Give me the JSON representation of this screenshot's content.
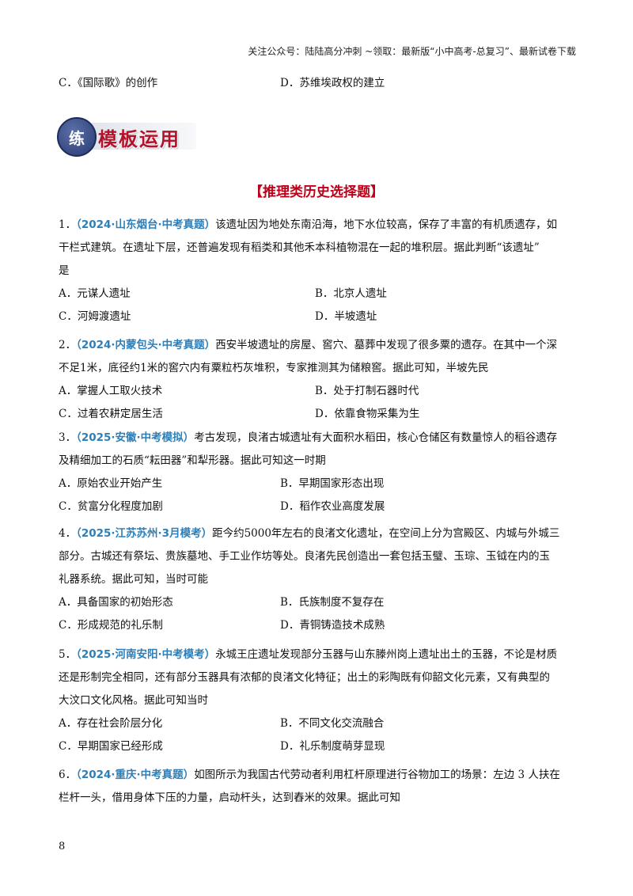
{
  "header_note": "关注公众号：陆陆高分冲刺  ~领取：最新版“小中高考-总复习”、最新试卷下载",
  "prev_options": {
    "c": "C．《国际歌》的创作",
    "d": "D．苏维埃政权的建立"
  },
  "banner": {
    "circle": "练",
    "text": "模板运用"
  },
  "section_title": "【推理类历史选择题】",
  "questions": [
    {
      "num": "1．",
      "src": "（2024·山东烟台·中考真题）",
      "lines": [
        "该遗址因为地处东南沿海，地下水位较高，保存了丰富的有机质遗存，如",
        "干栏式建筑。在遗址下层，还普遍发现有稻类和其他禾本科植物混在一起的堆积层。据此判断“该遗址”",
        "是"
      ],
      "options": [
        "A．元谋人遗址",
        "B．北京人遗址",
        "C．河姆渡遗址",
        "D．半坡遗址"
      ]
    },
    {
      "num": "2．",
      "src": "（2024·内蒙包头·中考真题）",
      "lines": [
        "西安半坡遗址的房屋、窖穴、墓葬中发现了很多粟的遗存。在其中一个深",
        "不足1米，底径约1米的窖穴内有粟粒朽灰堆积，专家推测其为储粮窖。据此可知，半坡先民"
      ],
      "options": [
        "A．掌握人工取火技术",
        "B．处于打制石器时代",
        "C．过着农耕定居生活",
        "D．依靠食物采集为生"
      ]
    },
    {
      "num": "3．",
      "src": "（2025·安徽·中考模拟）",
      "lines": [
        "考古发现，良渚古城遗址有大面积水稻田，核心仓储区有数量惊人的稻谷遗存",
        "及精细加工的石质“耘田器”和犁形器。据此可知这一时期"
      ],
      "options": [
        "A．原始农业开始产生",
        "B．早期国家形态出现",
        "C．贫富分化程度加剧",
        "D．稻作农业高度发展"
      ]
    },
    {
      "num": "4．",
      "src": "（2025·江苏苏州·3月模考）",
      "lines": [
        "距今约5000年左右的良渚文化遗址，在空间上分为宫殿区、内城与外城三",
        "部分。古城还有祭坛、贵族墓地、手工业作坊等处。良渚先民创造出一套包括玉璧、玉琮、玉钺在内的玉",
        "礼器系统。据此可知，当时可能"
      ],
      "options": [
        "A．具备国家的初始形态",
        "B．氏族制度不复存在",
        "C．形成规范的礼乐制",
        "D．青铜铸造技术成熟"
      ]
    },
    {
      "num": "5．",
      "src": "（2025·河南安阳·中考模考）",
      "lines": [
        "永城王庄遗址发现部分玉器与山东滕州岗上遗址出土的玉器，不论是材质",
        "还是形制完全相同，还有部分玉器具有浓郁的良渚文化特征；出土的彩陶既有仰韶文化元素，又有典型的",
        "大汶口文化风格。据此可知当时"
      ],
      "options": [
        "A．存在社会阶层分化",
        "B．不同文化交流融合",
        "C．早期国家已经形成",
        "D．礼乐制度萌芽显现"
      ]
    },
    {
      "num": "6．",
      "src": "（2024·重庆·中考真题）",
      "lines": [
        "如图所示为我国古代劳动者利用杠杆原理进行谷物加工的场景：左边 3 人扶在",
        "栏杆一头，借用身体下压的力量，启动杆头，达到舂米的效果。据此可知"
      ],
      "options": []
    }
  ],
  "page_number": "8"
}
